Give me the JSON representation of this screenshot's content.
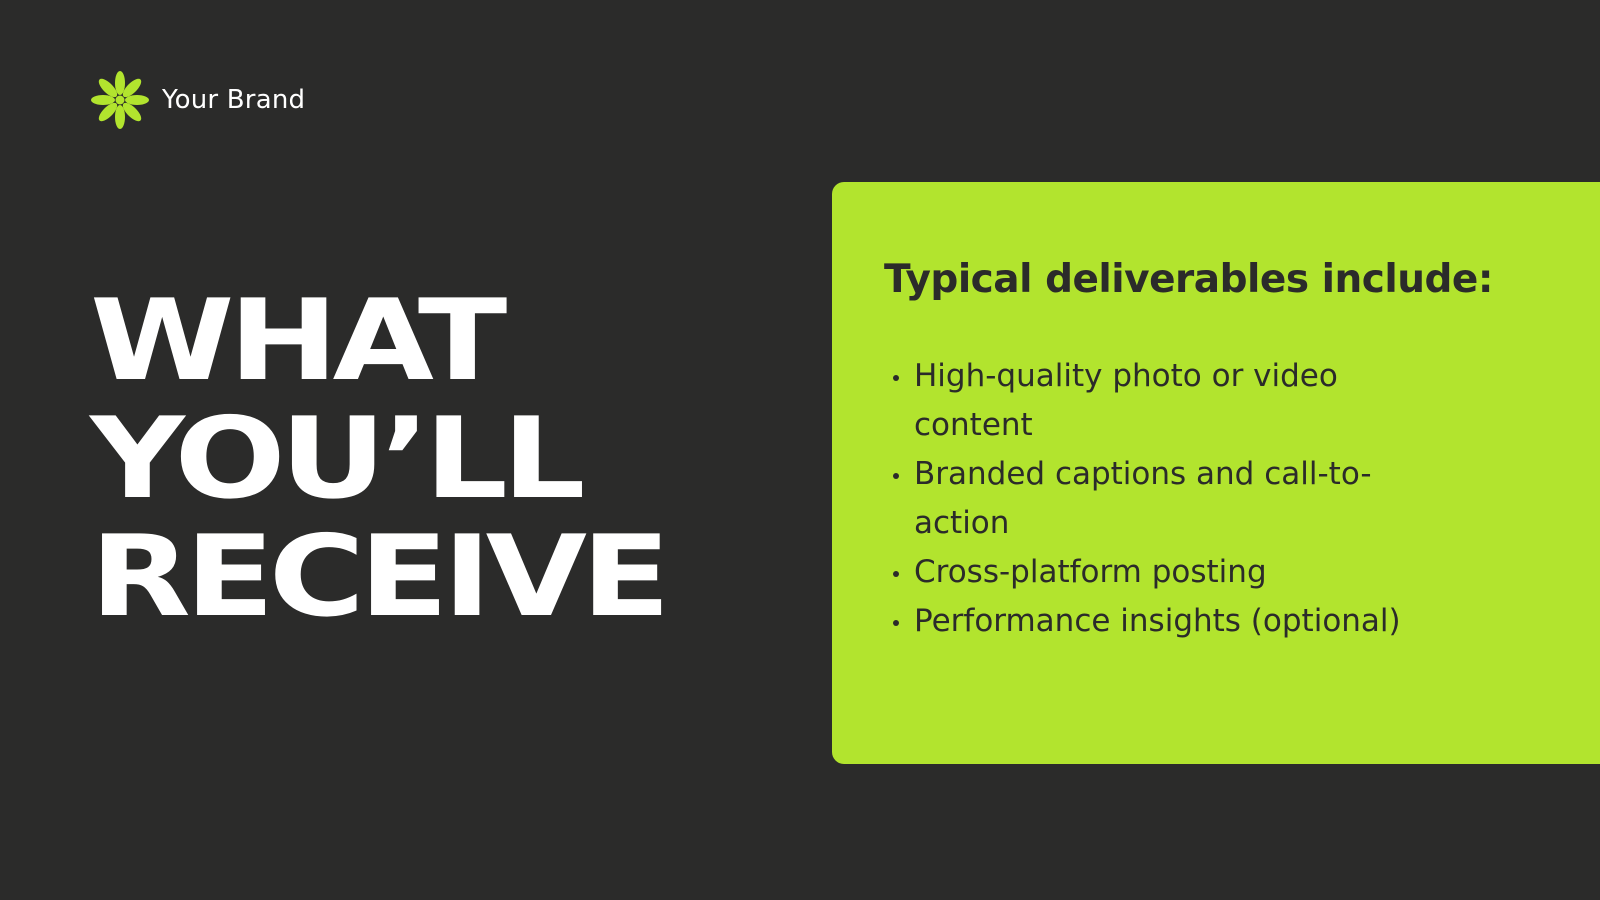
{
  "brand": {
    "name": "Your Brand",
    "logo_icon": "flower-icon",
    "accent_color": "#b2e42e"
  },
  "hero": {
    "lines": [
      "WHAT",
      "YOU’LL",
      "RECEIVE"
    ]
  },
  "card": {
    "heading": "Typical deliverables include:",
    "items": [
      "High-quality photo or video content",
      "Branded captions and call-to-action",
      "Cross-platform posting",
      "Performance insights (optional)"
    ],
    "background_color": "#b2e42e"
  },
  "page": {
    "background_color": "#2b2b2a",
    "text_color": "#ffffff"
  }
}
